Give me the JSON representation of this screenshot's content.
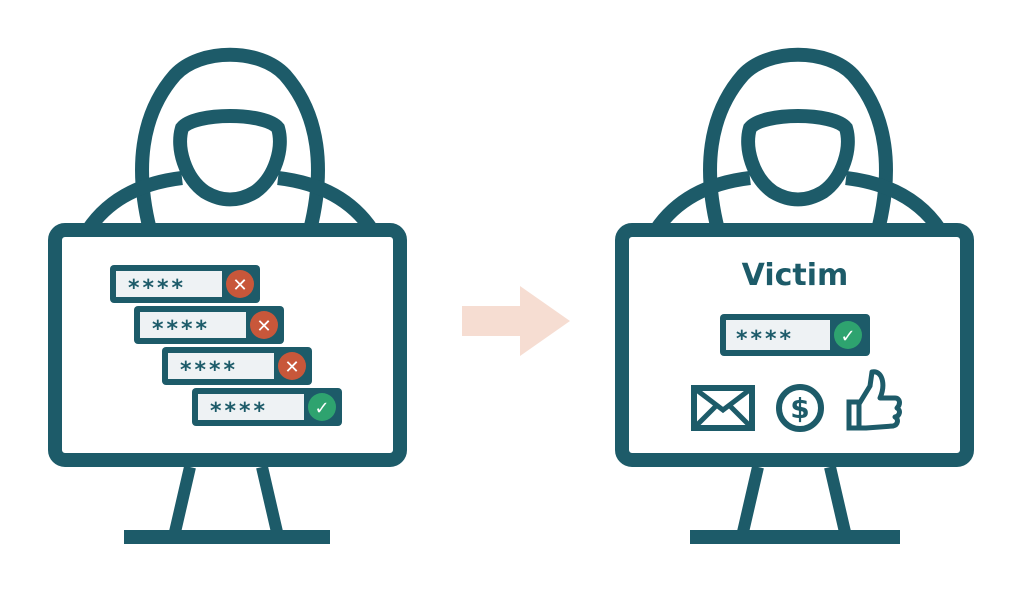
{
  "colors": {
    "primary": "#1d5b69",
    "fail": "#c8573a",
    "success": "#2ea36f",
    "arrow": "#f6ddd2",
    "field": "#eef2f4"
  },
  "attacker_panel": {
    "attempts": [
      {
        "masked": "****",
        "result": "✕",
        "status": "failed"
      },
      {
        "masked": "****",
        "result": "✕",
        "status": "failed"
      },
      {
        "masked": "****",
        "result": "✕",
        "status": "failed"
      },
      {
        "masked": "****",
        "result": "✓",
        "status": "success"
      }
    ]
  },
  "victim_panel": {
    "title": "Victim",
    "login": {
      "masked": "****",
      "result": "✓"
    },
    "icons": [
      "envelope-icon",
      "dollar-coin-icon",
      "thumbs-up-icon"
    ],
    "dollar_symbol": "$"
  }
}
